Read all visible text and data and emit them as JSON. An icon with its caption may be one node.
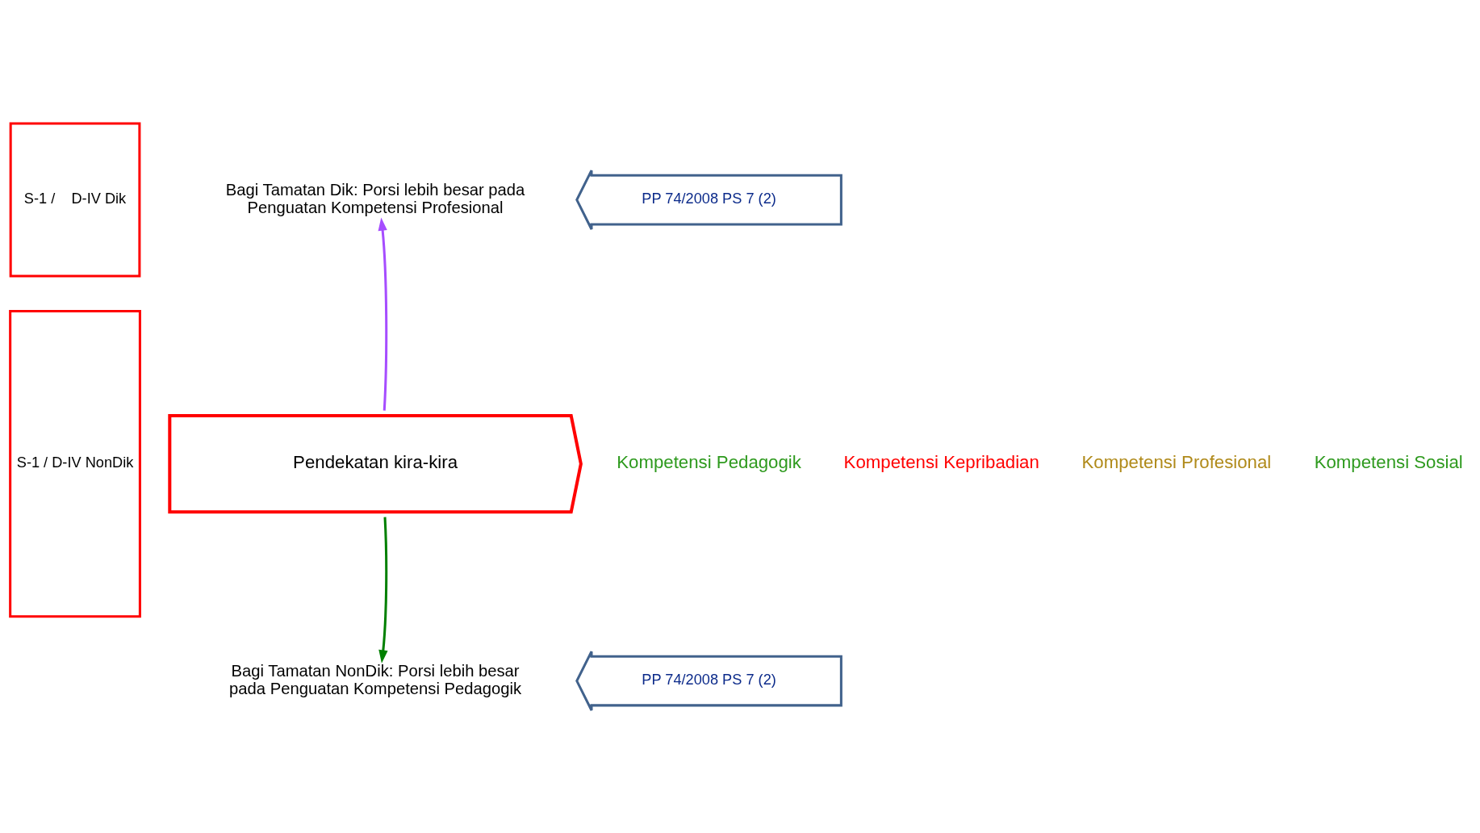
{
  "diagram": {
    "nodes": [
      {
        "text": [
          "S-1 /    D-IV Dik"
        ]
      },
      {
        "text": [
          "S-1 / D-IV NonDik"
        ]
      },
      {
        "text": [
          "Pendekatan kira-kira"
        ]
      },
      {
        "text": [
          "Bagi Tamatan Dik: Porsi lebih besar pada Penguatan Kompetensi Profesional"
        ]
      },
      {
        "text": [
          "Bagi Tamatan NonDik: Porsi lebih besar pada Penguatan Kompetensi Pedagogik"
        ]
      },
      {
        "text": [
          "PP 74/2008 PS 7 (2)"
        ]
      },
      {
        "text": [
          "PP 74/2008 PS 7 (2)"
        ]
      }
    ],
    "edges": [
      {
        "from": 2,
        "to": 3,
        "arrow": "to",
        "color": "#a64dff"
      },
      {
        "from": 2,
        "to": 4,
        "arrow": "to",
        "color": "#008000"
      }
    ],
    "labels": [
      "Kompetensi Pedagogik",
      "Kompetensi Kepribadian",
      "Kompetensi Profesional",
      "Kompetensi Sosial"
    ]
  }
}
